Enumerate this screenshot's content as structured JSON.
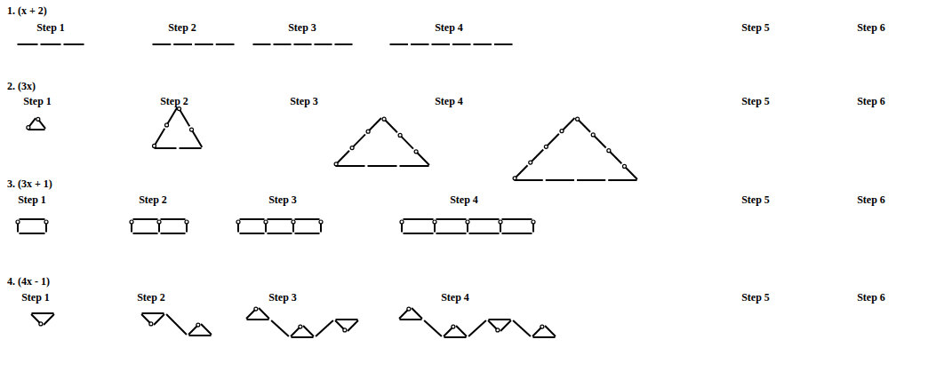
{
  "diagram": {
    "labels": [
      "1. (x + 2)",
      "Step 1",
      "Step 2",
      "Step 3",
      "Step 4",
      "Step 5",
      "Step 6",
      "2. (3x)",
      "Step 1",
      "Step 2",
      "Step 3",
      "Step 4",
      "Step 5",
      "Step 6",
      "3. (3x + 1)",
      "Step 1",
      "Step 2",
      "Step 3",
      "Step 4",
      "Step 5",
      "Step 6",
      "4. (4x - 1)",
      "Step 1",
      "Step 2",
      "Step 3",
      "Step 4",
      "Step 5",
      "Step 6"
    ]
  }
}
